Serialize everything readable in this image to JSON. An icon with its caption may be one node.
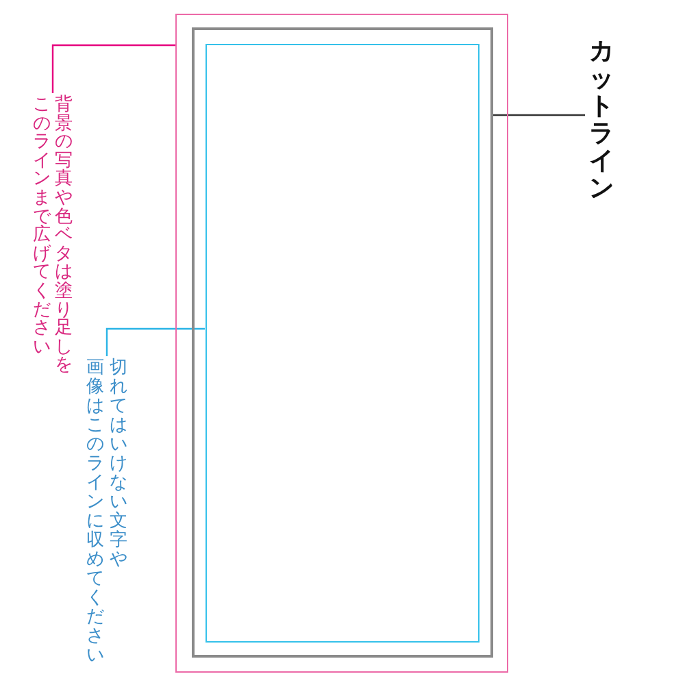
{
  "diagram": {
    "nodes": [
      {
        "text": [],
        "shape": "box"
      },
      {
        "text": [],
        "shape": "box",
        "in": 0
      },
      {
        "text": [],
        "shape": "box",
        "in": 1
      },
      {
        "text": [
          "背景の写真や色ベタは塗り足しをこのラインまで広げてください"
        ]
      },
      {
        "text": [
          "切れてはいけない文字や画像はこのラインに収めてください"
        ]
      },
      {
        "text": [
          "カットライン"
        ]
      }
    ],
    "edges": [
      {
        "from": 3,
        "to": 0,
        "arrow": "none",
        "color": "#e6007e"
      },
      {
        "from": 4,
        "to": 2,
        "arrow": "none",
        "color": "#2ab4e6"
      },
      {
        "from": 5,
        "to": 1,
        "arrow": "none",
        "color": "#333333"
      }
    ]
  }
}
